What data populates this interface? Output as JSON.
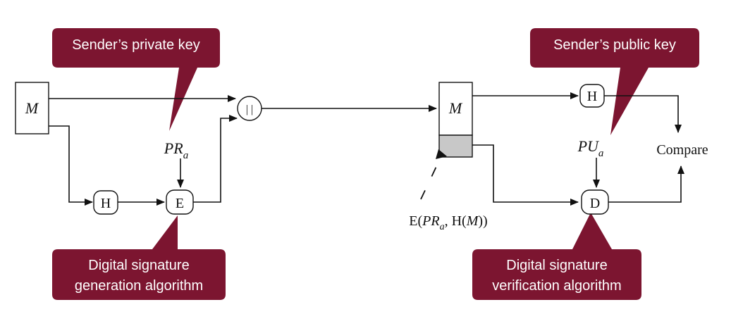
{
  "message_label": "M",
  "received_message_label": "M",
  "concat_symbol": "| |",
  "hash_left": "H",
  "hash_right": "H",
  "encrypt_label": "E",
  "decrypt_label": "D",
  "private_key": {
    "base": "PR",
    "sub": "a"
  },
  "public_key": {
    "base": "PU",
    "sub": "a"
  },
  "signature_expr": {
    "prefix": "E(",
    "key_base": "PR",
    "key_sub": "a",
    "suffix": ", H(",
    "msg": "M",
    "close": "))"
  },
  "compare_label": "Compare",
  "callouts": {
    "sender_private_key": "Sender’s private key",
    "sender_public_key": "Sender’s public key",
    "generation_line1": "Digital signature",
    "generation_line2": "generation algorithm",
    "verification_line1": "Digital signature",
    "verification_line2": "verification algorithm"
  },
  "colors": {
    "callout_fill": "#7c1530",
    "signature_shade": "#c8c8c8",
    "line": "#111111"
  }
}
